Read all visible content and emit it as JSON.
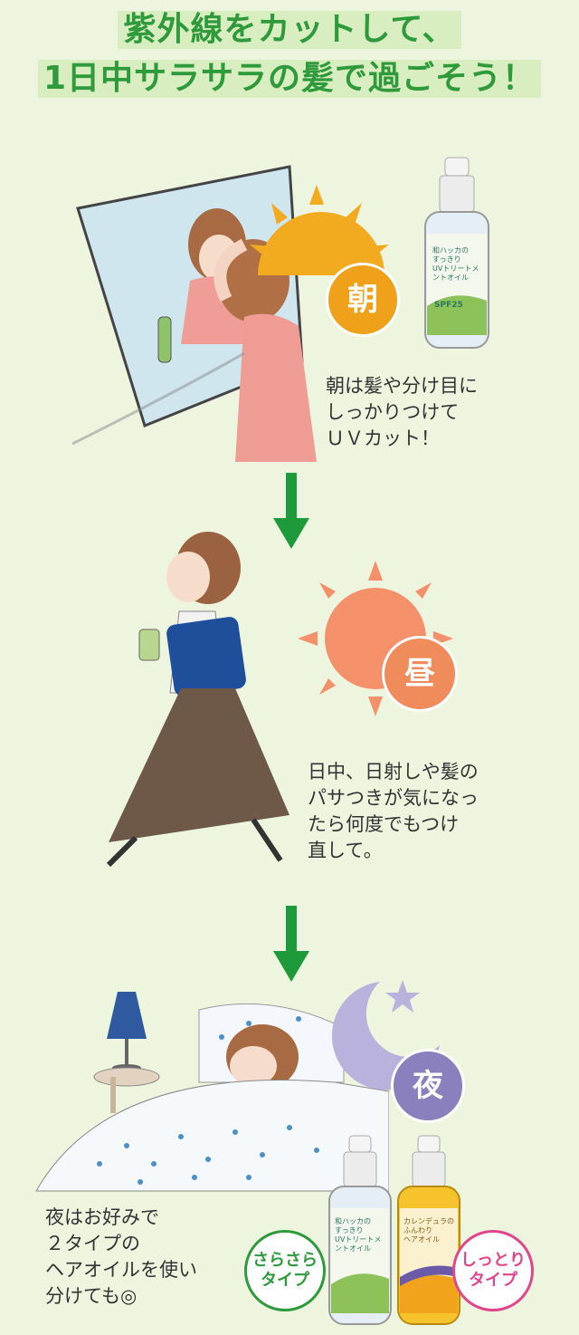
{
  "headline": {
    "line1": "紫外線をカットして、",
    "line2": "1日中サラサラの髪で過ごそう！"
  },
  "sections": [
    {
      "badge": "朝",
      "badge_color": "#f0a11a",
      "caption": "朝は髪や分け目に\nしっかりつけて\nＵＶカット！"
    },
    {
      "badge": "昼",
      "badge_color": "#f08c5c",
      "caption": "日中、日射しや髪の\nパサつきが気になっ\nたら何度でもつけ\n直して。"
    },
    {
      "badge": "夜",
      "badge_color": "#8a80bd",
      "caption": "夜はお好みで\n２タイプの\nヘアオイルを使い\n分けても◎"
    }
  ],
  "products": {
    "bottle_green_label": "和ハッカの\nすっきり\nUVトリートメントオイル",
    "bottle_green_spf": "SPF25",
    "bottle_yellow_label": "カレンデュラの\nふんわり\nヘアオイル",
    "type_smooth": "さらさら\nタイプ",
    "type_smooth_color": "#2e9a3c",
    "type_moist": "しっとり\nタイプ",
    "type_moist_color": "#e0468c"
  },
  "colors": {
    "background": "#eef5df",
    "headline_text": "#2e9a3c",
    "arrow": "#1e9a3a",
    "sun_morning": "#f2ab1e",
    "sun_noon": "#f4906a",
    "moon": "#b8b2dc"
  }
}
